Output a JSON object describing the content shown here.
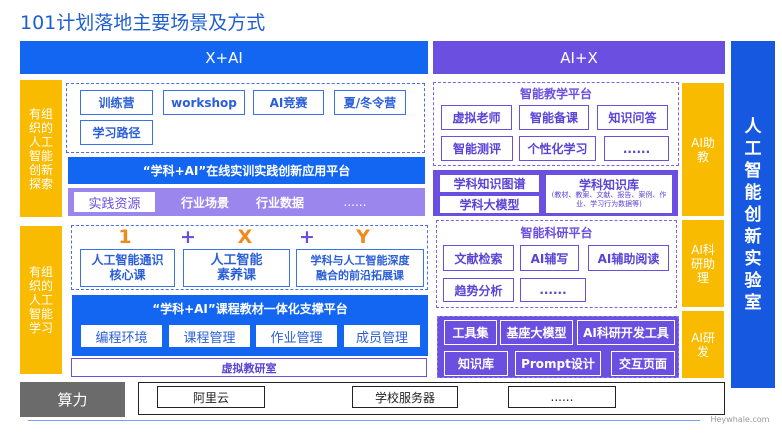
{
  "title": "101计划落地主要场景及方式",
  "left_header": "X+AI",
  "right_header": "AI+X",
  "right_vertical": "人工智能创新实验室",
  "explore": {
    "label": "有组织的人工智能创新探索",
    "items": [
      "训练营",
      "workshop",
      "AI竞赛",
      "夏/冬令营",
      "学习路径"
    ],
    "platform": "“学科+AI”在线实训实践创新应用平台",
    "resources": [
      "实践资源",
      "行业场景",
      "行业数据",
      "......"
    ]
  },
  "learn": {
    "label": "有组织的人工智能学习",
    "formula": [
      "1",
      "+",
      "X",
      "+",
      "Y"
    ],
    "courses": [
      "人工智能通识\n核心课",
      "人工智能\n素养课",
      "学科与人工智能深度\n融合的前沿拓展课"
    ],
    "platform": "“学科+AI”课程教材一体化支撑平台",
    "tools": [
      "编程环境",
      "课程管理",
      "作业管理",
      "成员管理"
    ],
    "lab": "虚拟教研室"
  },
  "compute": {
    "label": "算力",
    "items": [
      "阿里云",
      "学校服务器",
      "......"
    ]
  },
  "teaching": {
    "title": "智能教学平台",
    "items": [
      "虚拟老师",
      "智能备课",
      "知识问答",
      "智能测评",
      "个性化学习",
      "......"
    ],
    "role": "AI助教"
  },
  "knowledge": {
    "graph": "学科知识图谱",
    "model": "学科大模型",
    "base": "学科知识库",
    "base_note": "(教材、教案、文献、报告、案例、作业、学习行为数据等)"
  },
  "research": {
    "title": "智能科研平台",
    "items": [
      "文献检索",
      "AI辅写",
      "AI辅助阅读",
      "趋势分析",
      "......"
    ],
    "role": "AI科研助理"
  },
  "dev": {
    "items": [
      "工具集",
      "基座大模型",
      "AI科研开发工具",
      "知识库",
      "Prompt设计",
      "交互页面"
    ],
    "role": "AI研发"
  },
  "watermark": "Heywhale.com"
}
